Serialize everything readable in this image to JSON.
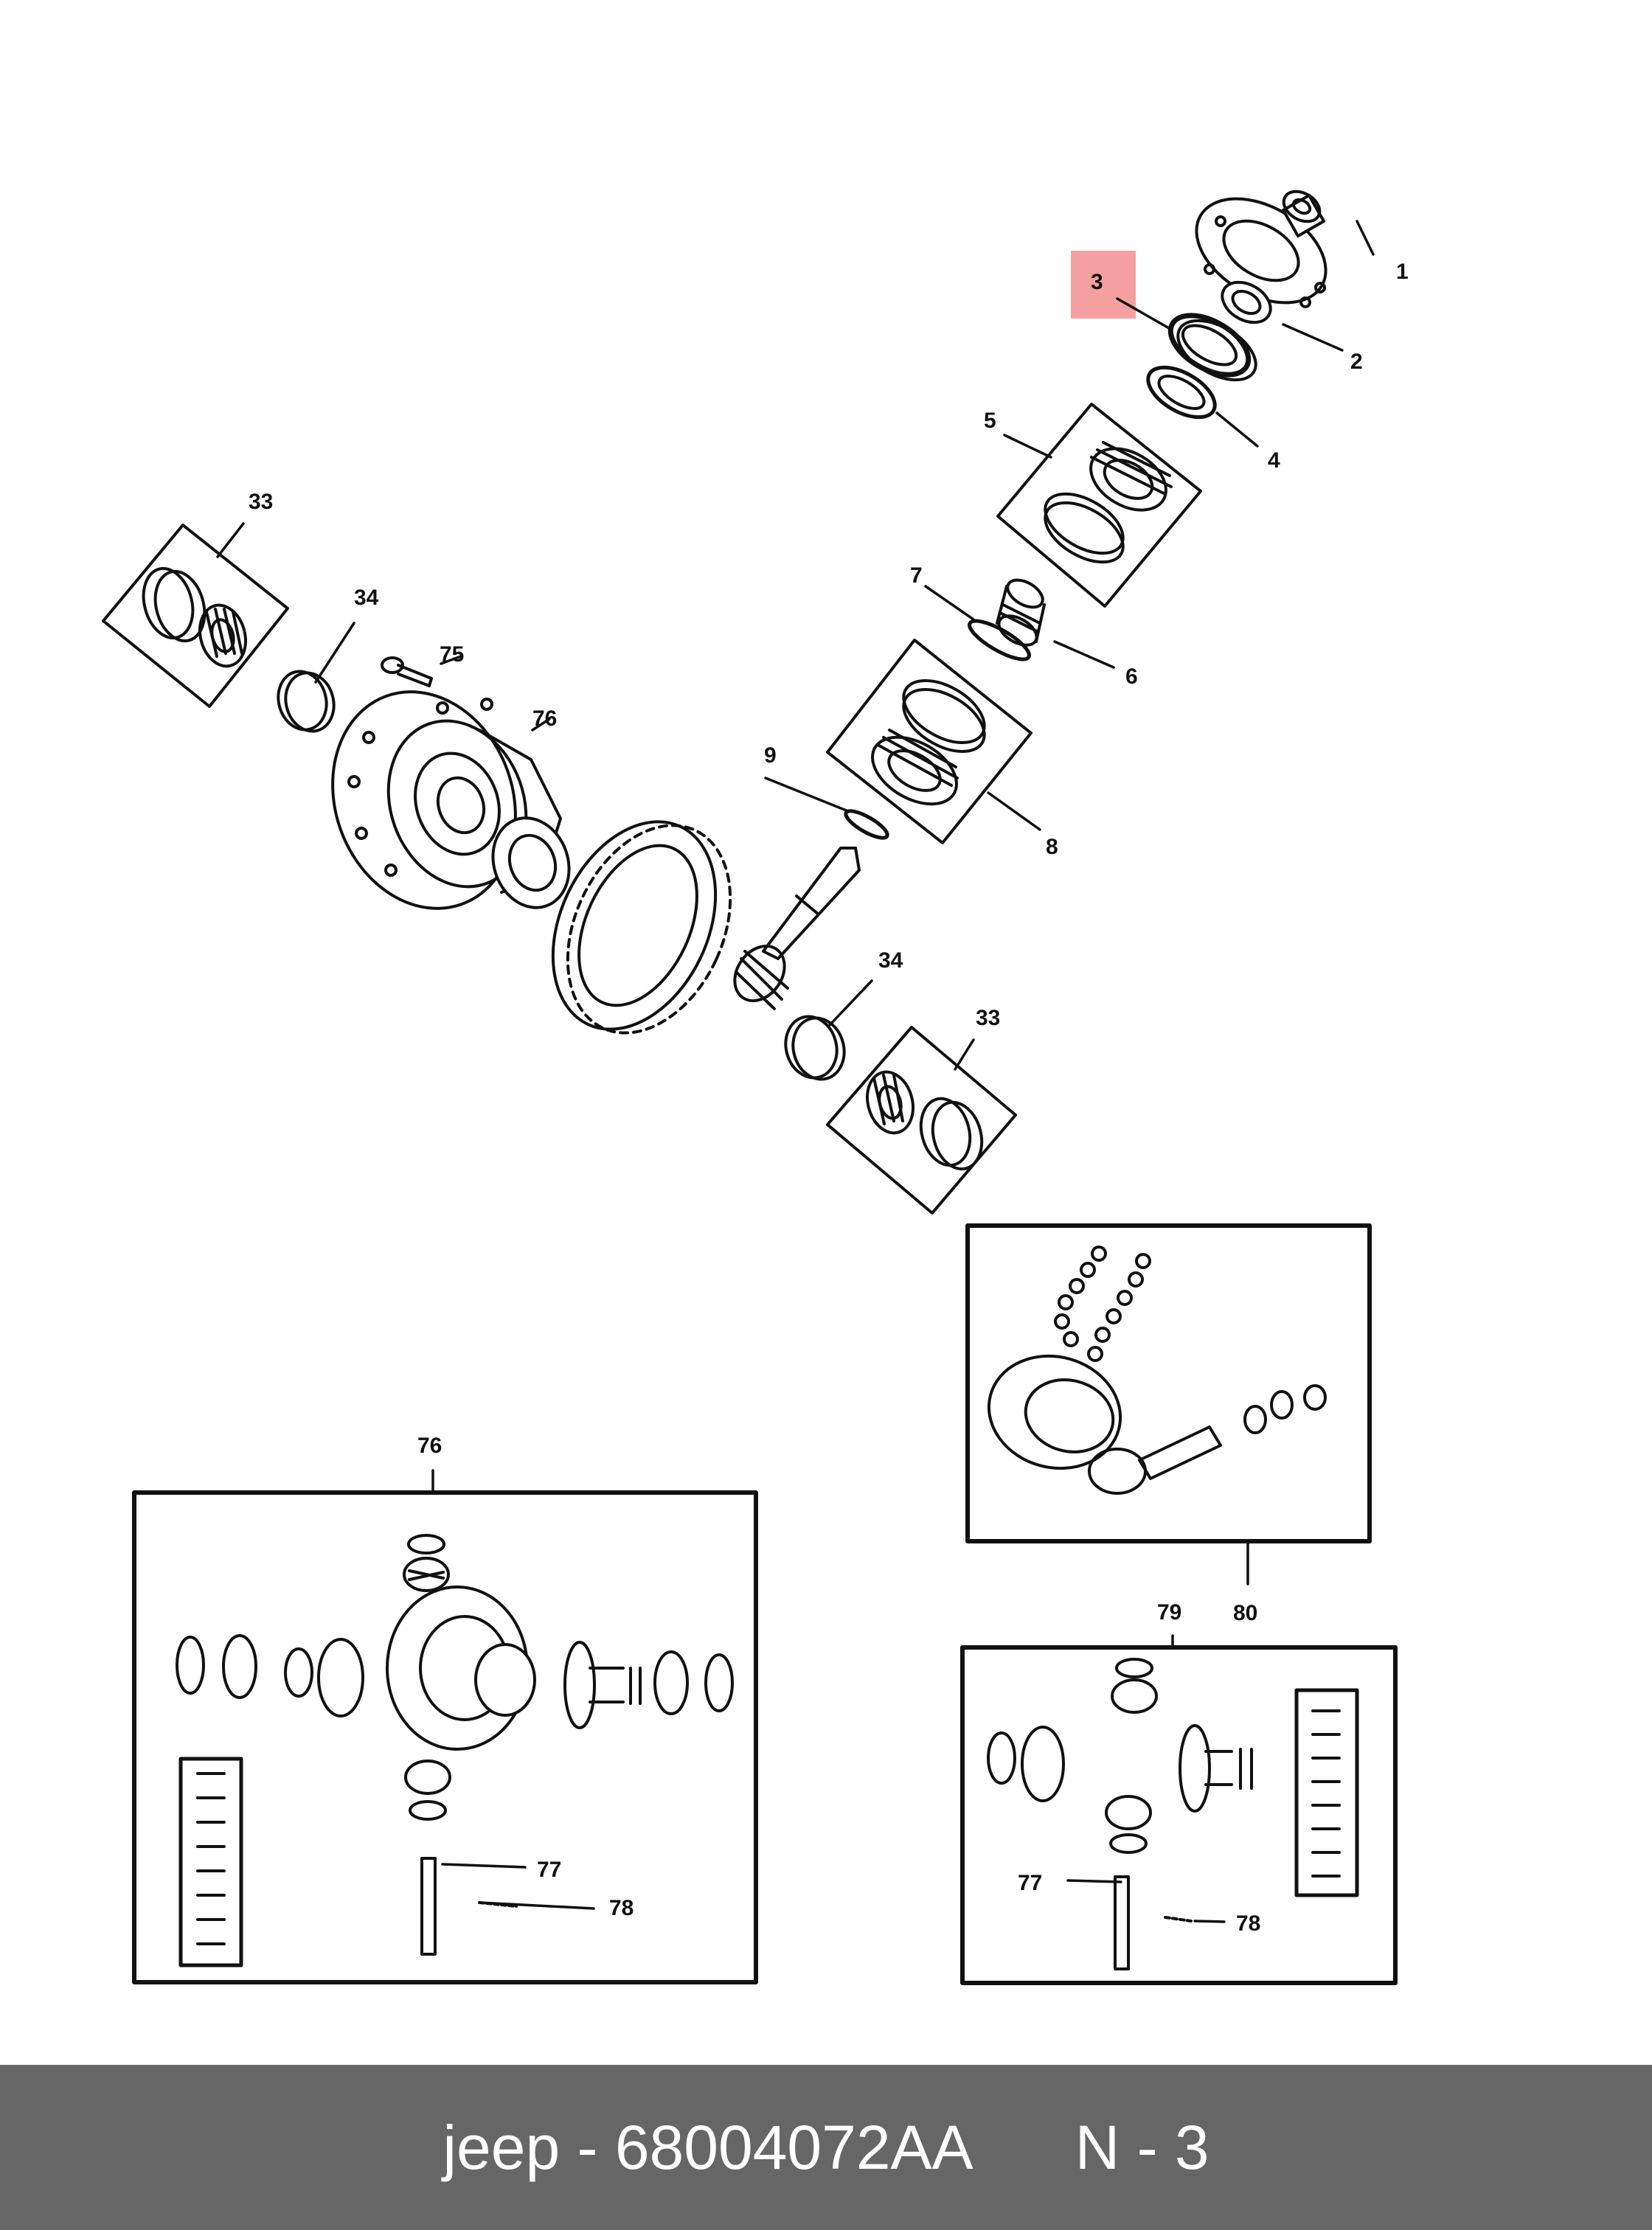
{
  "colors": {
    "highlight": "#f4a0a0",
    "line": "#111111",
    "footer_bg": "#666666",
    "footer_text": "#ffffff"
  },
  "callouts": {
    "c1": "1",
    "c2": "2",
    "c3": "3",
    "c4": "4",
    "c5": "5",
    "c6": "6",
    "c7": "7",
    "c8": "8",
    "c9": "9",
    "c33a": "33",
    "c33b": "33",
    "c34a": "34",
    "c34b": "34",
    "c75": "75",
    "c76a": "76",
    "c76b": "76",
    "c77a": "77",
    "c77b": "77",
    "c78a": "78",
    "c78b": "78",
    "c79": "79",
    "c80": "80"
  },
  "footer": {
    "text": "jeep - 68004072AA",
    "ref": "N - 3"
  }
}
